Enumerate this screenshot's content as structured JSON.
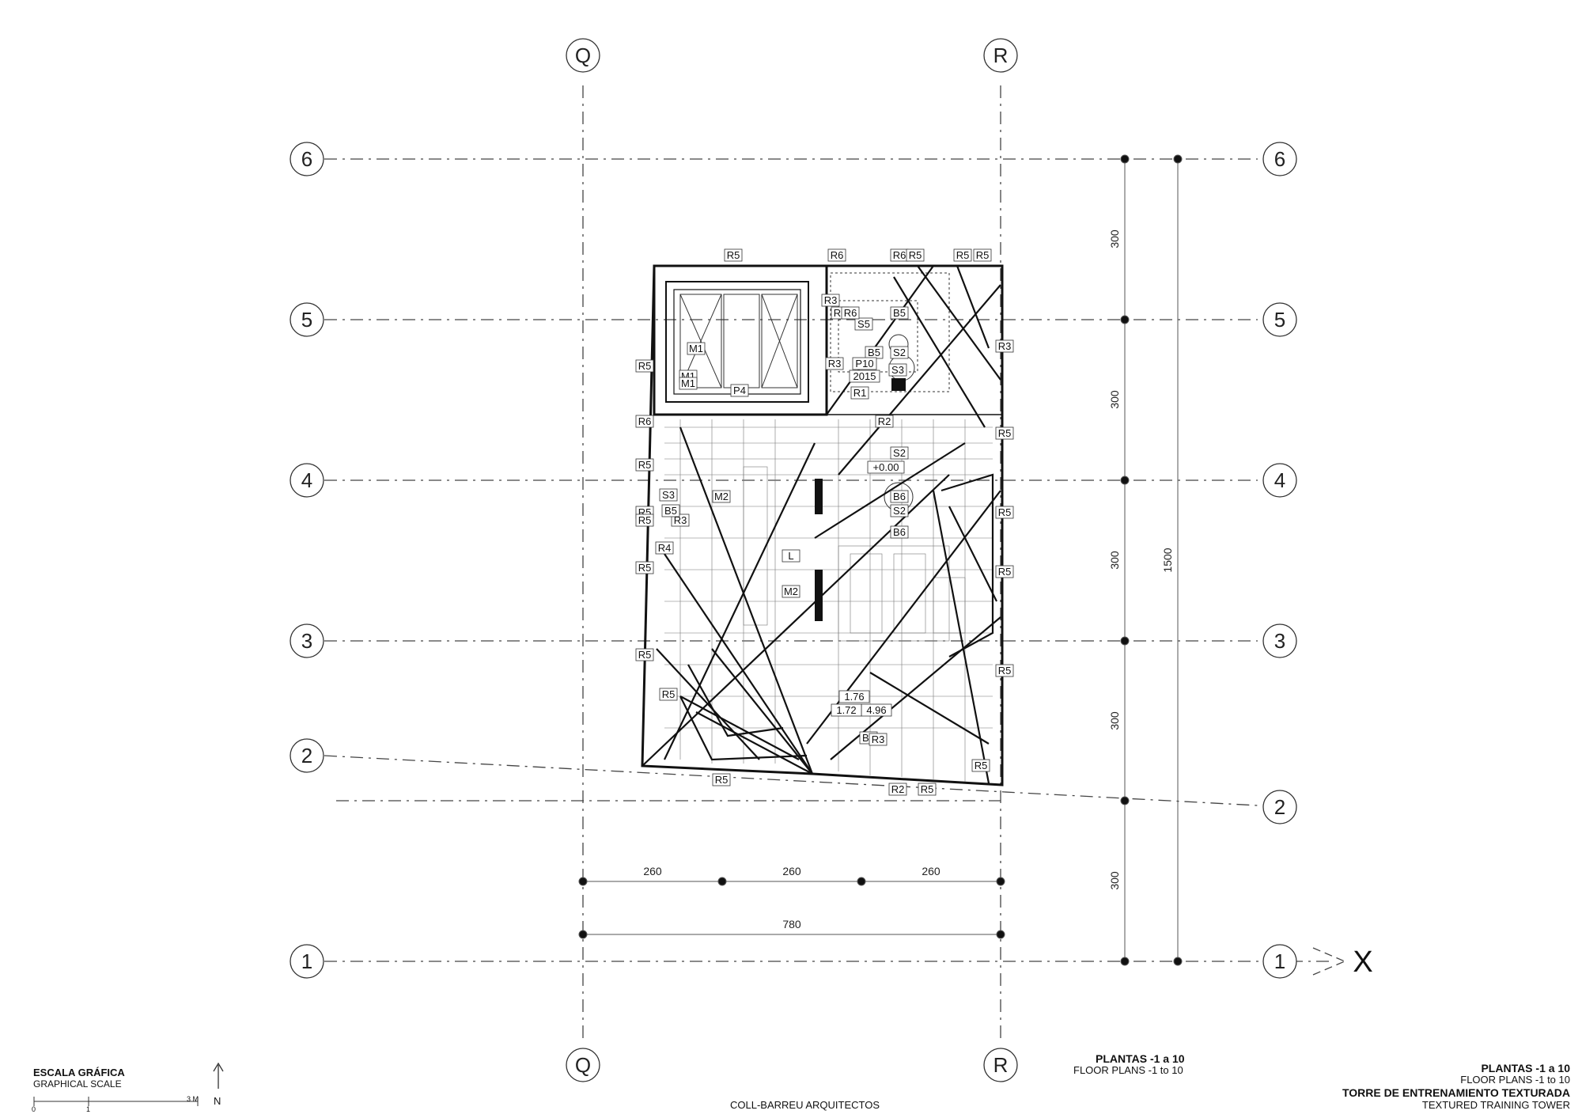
{
  "grid": {
    "columns": [
      "Q",
      "R"
    ],
    "rows": [
      "6",
      "5",
      "4",
      "3",
      "2",
      "1"
    ]
  },
  "dimensions": {
    "horizontal_segments": [
      "260",
      "260",
      "260"
    ],
    "horizontal_total": "780",
    "vertical_segments": [
      "300",
      "300",
      "300",
      "300",
      "300"
    ],
    "vertical_total": "1500"
  },
  "axis_label": "X",
  "room_tags": [
    "R5",
    "R6",
    "R6",
    "R5",
    "R5",
    "R5",
    "R3",
    "R6",
    "S5",
    "B5",
    "R5",
    "M1",
    "M1",
    "M1",
    "P4",
    "B5",
    "S2",
    "P10",
    "2015",
    "R3",
    "R1",
    "S3",
    "R6",
    "R2",
    "S2",
    "+0.00",
    "B6",
    "B6",
    "R5",
    "R3",
    "R5",
    "S2",
    "M2",
    "L",
    "M2",
    "R3",
    "R4",
    "R5",
    "R5",
    "R5",
    "R5",
    "R5",
    "R5",
    "R5",
    "1.76",
    "4.96",
    "1.72",
    "B1",
    "R3",
    "R2",
    "R5",
    "R5",
    "R5",
    "R6",
    "R5",
    "S3",
    "B5"
  ],
  "title_block": {
    "center_title": "PLANTAS -1 a 10",
    "center_subtitle": "FLOOR PLANS -1 to 10",
    "right_line1": "PLANTAS -1 a 10",
    "right_line2": "FLOOR PLANS -1 to 10",
    "right_line3": "TORRE DE ENTRENAMIENTO TEXTURADA",
    "right_line4": "TEXTURED TRAINING TOWER",
    "firm": "COLL-BARREU ARQUITECTOS"
  },
  "scale_bar": {
    "title": "ESCALA GRÁFICA",
    "subtitle": "GRAPHICAL SCALE",
    "ticks": [
      "0",
      "1",
      "3 M"
    ],
    "north": "N"
  }
}
